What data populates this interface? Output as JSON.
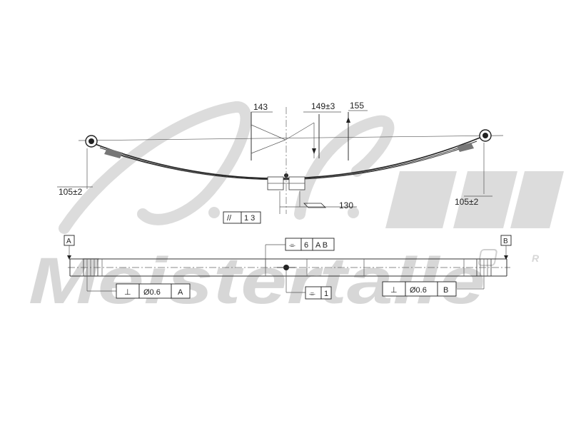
{
  "diagram": {
    "dimensions": {
      "d143": "143",
      "d149": "149±3",
      "d155": "155",
      "d130": "130",
      "d105_left": "105±2",
      "d105_right": "105±2"
    },
    "datums": {
      "a": "A",
      "b": "B"
    },
    "frames": {
      "parallelism": {
        "symbol": "//",
        "value": "1 3"
      },
      "symmetry_top": {
        "symbol": "⌯",
        "value": "6",
        "ref": "A B"
      },
      "symmetry_bottom": {
        "symbol": "⌯",
        "value": "1"
      },
      "perp_a": {
        "symbol": "⊥",
        "value": "Ø0.6",
        "ref": "A"
      },
      "perp_b": {
        "symbol": "⊥",
        "value": "Ø0.6",
        "ref": "B"
      }
    }
  },
  "watermark": {
    "brand": "Meistertalle",
    "registered": "R"
  },
  "colors": {
    "ink": "#222222",
    "watermark": "#d7d7d7",
    "paper": "#ffffff"
  }
}
